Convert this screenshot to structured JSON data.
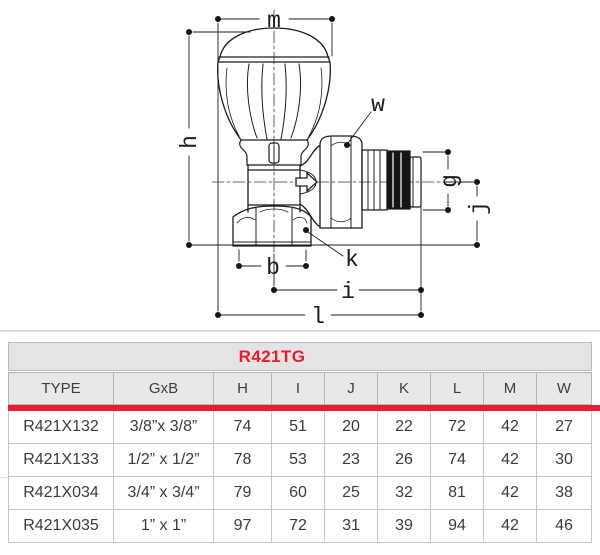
{
  "colors": {
    "accent_red": "#e81c2e",
    "drawing_line": "#1c1c1c",
    "table_title_bg": "#e3e3e3",
    "table_header_bg": "#e8e8e8",
    "table_border": "#c6c6c6",
    "text_dark": "#3a3a42"
  },
  "diagram": {
    "labels": {
      "m": "m",
      "h": "h",
      "w": "w",
      "g": "g",
      "j": "j",
      "k": "k",
      "b": "b",
      "i": "i",
      "l": "l"
    }
  },
  "table": {
    "title": "R421TG",
    "columns": [
      "TYPE",
      "GxB",
      "H",
      "I",
      "J",
      "K",
      "L",
      "M",
      "W"
    ],
    "rows": [
      [
        "R421X132",
        "3/8”x 3/8”",
        "74",
        "51",
        "20",
        "22",
        "72",
        "42",
        "27"
      ],
      [
        "R421X133",
        "1/2” x 1/2”",
        "78",
        "53",
        "23",
        "26",
        "74",
        "42",
        "30"
      ],
      [
        "R421X034",
        "3/4” x 3/4”",
        "79",
        "60",
        "25",
        "32",
        "81",
        "42",
        "38"
      ],
      [
        "R421X035",
        "1” x 1”",
        "97",
        "72",
        "31",
        "39",
        "94",
        "42",
        "46"
      ]
    ]
  }
}
